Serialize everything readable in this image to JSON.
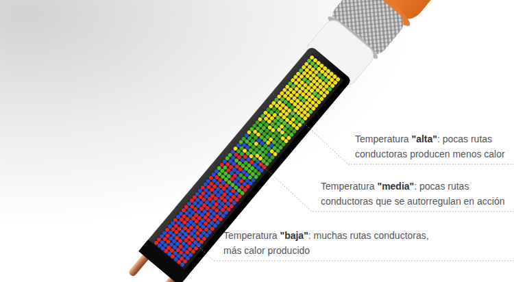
{
  "diagram": {
    "labels": [
      "Temperatura",
      "\"alta\"",
      ": pocas rutas conductoras producen menos calor",
      "Temperatura",
      "\"media\"",
      ": pocas rutas conductoras que se autorregulan en acción",
      "Temperatura",
      "\"baja\"",
      ": muchas rutas conductoras, más calor producido"
    ]
  }
}
